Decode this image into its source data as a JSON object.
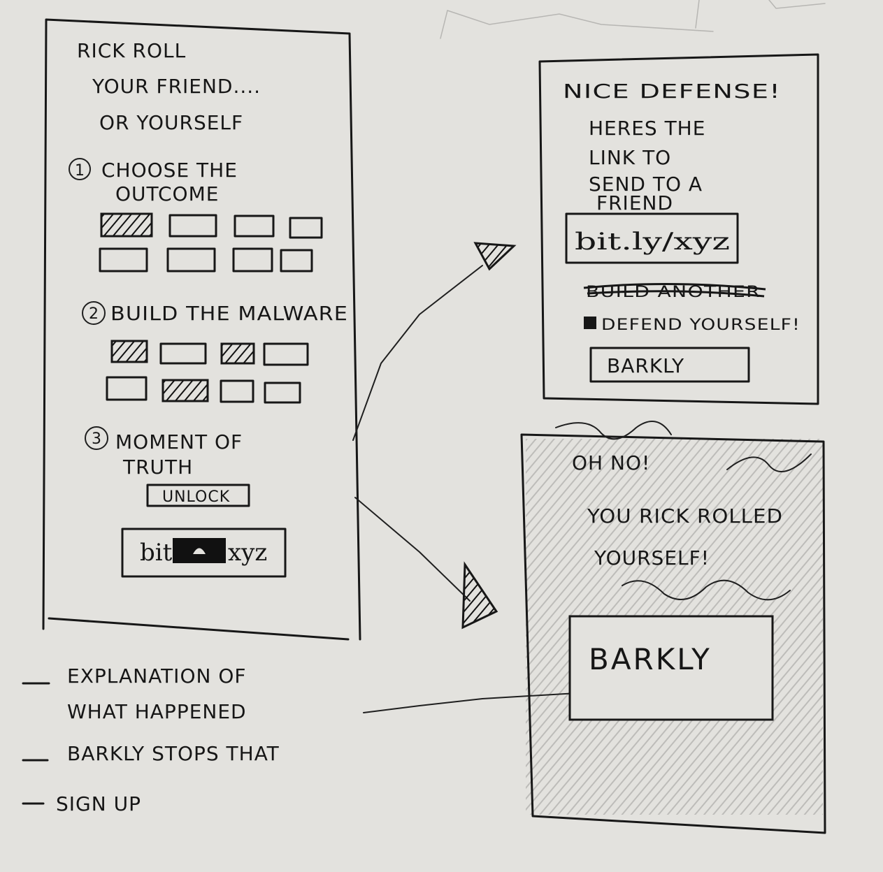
{
  "screen_one": {
    "title_line_1": "RICK ROLL",
    "title_line_2": "YOUR FRIEND....",
    "title_line_3": "OR YOURSELF",
    "step_1_number": "1",
    "step_1_line_1": "CHOOSE THE",
    "step_1_line_2": "OUTCOME",
    "step_2_number": "2",
    "step_2_label": "BUILD THE MALWARE",
    "step_3_number": "3",
    "step_3_line_1": "MOMENT OF",
    "step_3_line_2": "TRUTH",
    "unlock_button": "UNLOCK",
    "link_prefix": "bit",
    "link_suffix": "xyz"
  },
  "screen_success": {
    "title": "NICE DEFENSE!",
    "body_line_1": "HERES THE",
    "body_line_2": "LINK TO",
    "body_line_3": "SEND TO A",
    "body_line_4": "FRIEND",
    "link_text": "bit.ly/xyz",
    "crossed_out_text": "BUILD ANOTHER",
    "defend_text": "DEFEND YOURSELF!",
    "barkly_button": "BARKLY"
  },
  "screen_fail": {
    "title": "OH NO!",
    "line_1": "YOU RICK ROLLED",
    "line_2": "YOURSELF!",
    "barkly_button": "BARKLY"
  },
  "notes": [
    "EXPLANATION OF",
    "WHAT HAPPENED",
    "BARKLY STOPS THAT",
    "SIGN UP"
  ]
}
